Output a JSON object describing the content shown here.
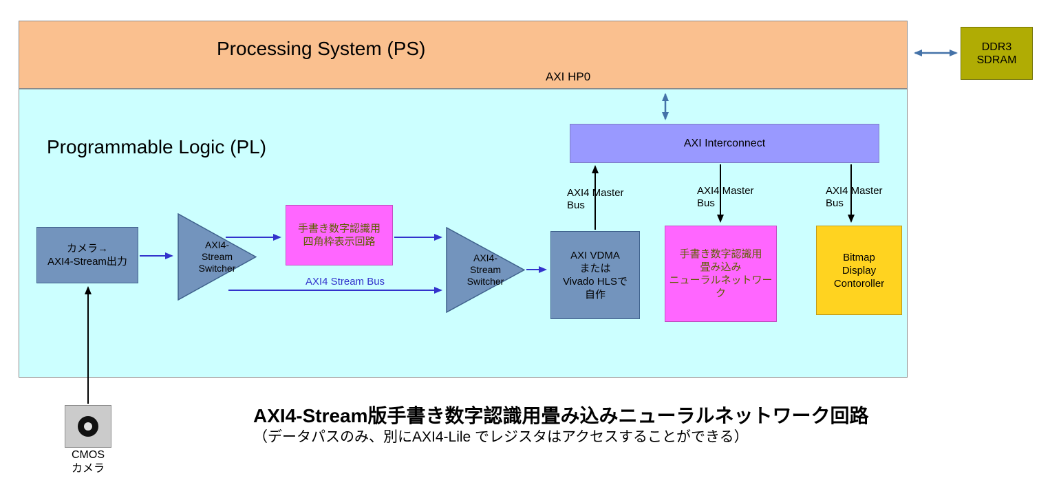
{
  "ps": {
    "label": "Processing System (PS)",
    "hp0_label": "AXI HP0"
  },
  "pl": {
    "label": "Programmable Logic (PL)"
  },
  "ddr3": {
    "label": "DDR3\nSDRAM"
  },
  "interconnect": {
    "label": "AXI Interconnect"
  },
  "camera_out": {
    "label": "カメラ→\nAXI4-Stream出力"
  },
  "switcher1": {
    "label": "AXI4-\nStream\nSwitcher"
  },
  "switcher2": {
    "label": "AXI4-\nStream\nSwitcher"
  },
  "rect_frame": {
    "label": "手書き数字認識用\n四角枠表示回路"
  },
  "vdma": {
    "label": "AXI VDMA\nまたは\nVivado HLSで\n自作"
  },
  "cnn": {
    "label": "手書き数字認識用\n畳み込み\nニューラルネットワーク"
  },
  "bitmap": {
    "label": "Bitmap\nDisplay\nContoroller"
  },
  "bus_labels": {
    "master1": "AXI4 Master\nBus",
    "master2": "AXI4 Master\nBus",
    "master3": "AXI4 Master\nBus",
    "stream": "AXI4 Stream Bus"
  },
  "cmos": {
    "label": "CMOS\nカメラ"
  },
  "caption": {
    "title": "AXI4-Stream版手書き数字認識用畳み込みニューラルネットワーク回路",
    "subtitle": "（データパスのみ、別にAXI4-Lile でレジスタはアクセスすることができる）"
  },
  "colors": {
    "ps_fill": "#FAC08F",
    "pl_fill": "#CCFFFF",
    "ddr3_fill": "#B0AC04",
    "interconnect_fill": "#9999FF",
    "block_blue_fill": "#7394BD",
    "magenta_fill": "#FF66FF",
    "yellow_fill": "#FFD320",
    "stream_arrow": "#3333CC",
    "steel_arrow": "#4472A8",
    "black_arrow": "#000000",
    "magenta_text": "#5E5E00"
  }
}
